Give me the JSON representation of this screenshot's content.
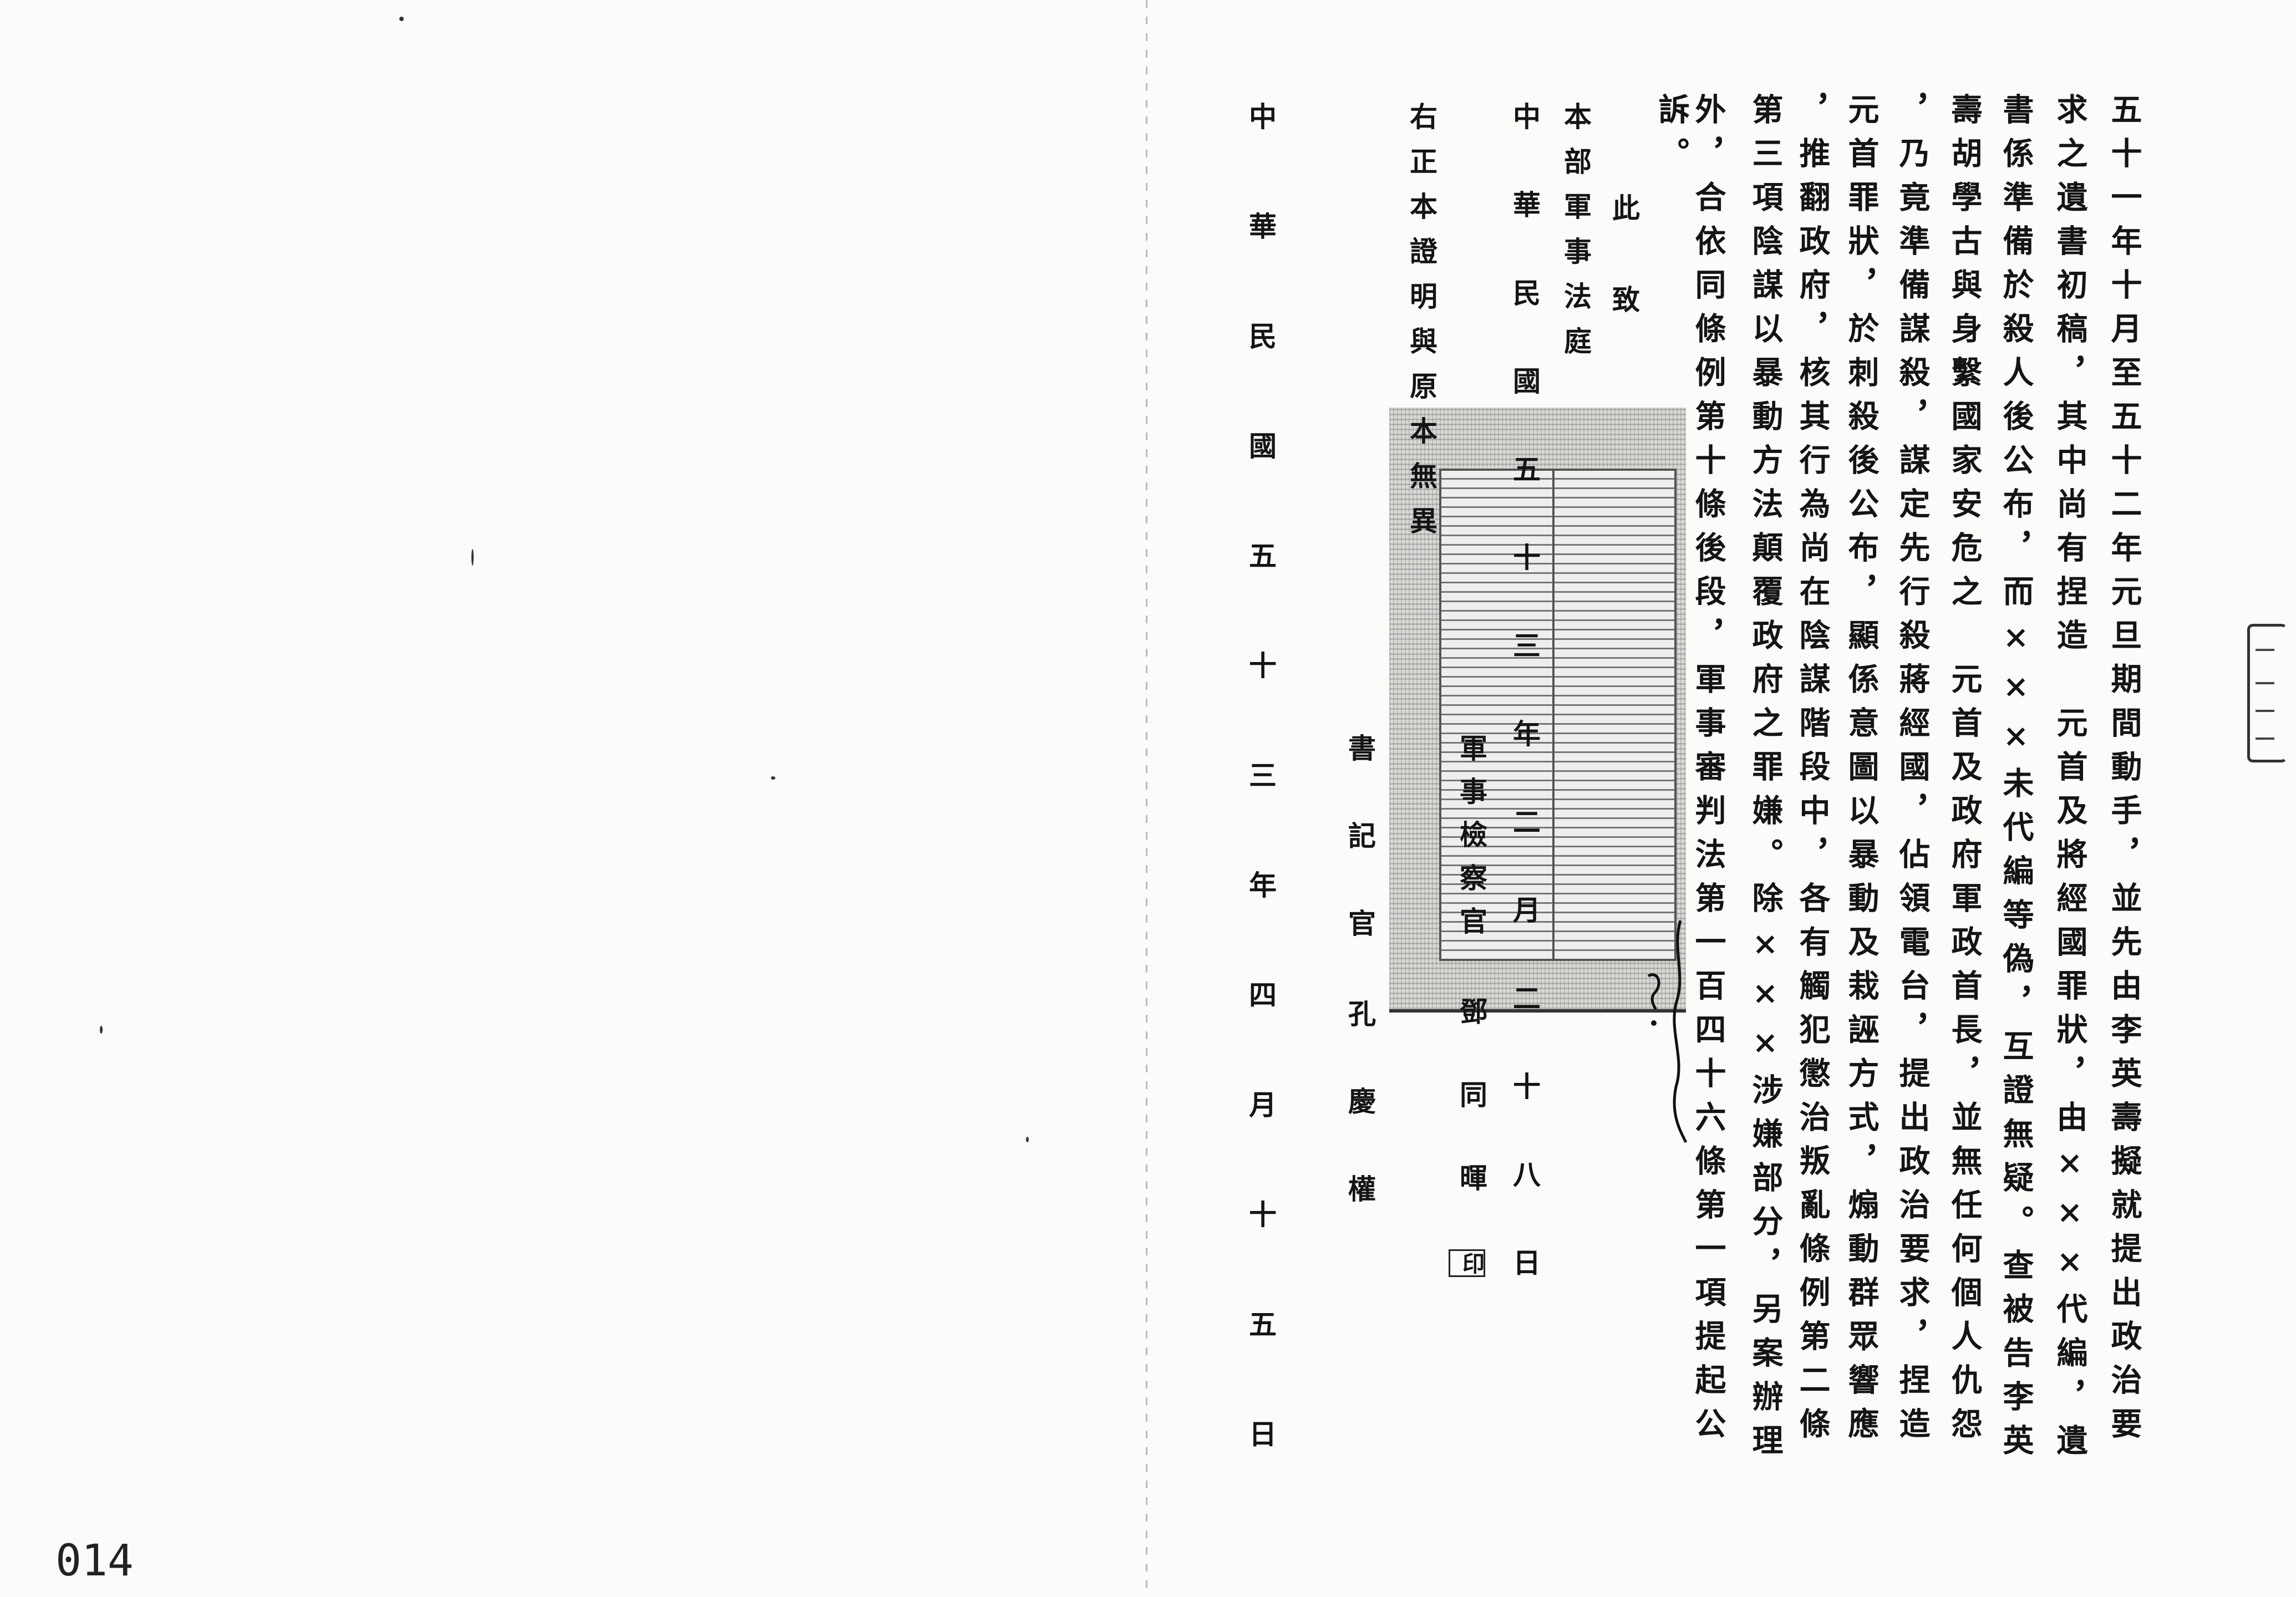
{
  "page_number": "014",
  "body_columns": [
    "五十一年十月至五十二年元旦期間動手，並先由李英壽擬就提出政治要",
    "求之遺書初稿，其中尚有捏造　元首及將經國罪狀，由×××代編，遺",
    "書係準備於殺人後公布，而×××未代編等偽，互證無疑。查被告李英",
    "壽胡學古與身繫國家安危之　元首及政府軍政首長，並無任何個人仇怨",
    "，乃竟準備謀殺，謀定先行殺蔣經國，佔領電台，提出政治要求，捏造",
    "元首罪狀，於刺殺後公布，顯係意圖以暴動及栽誣方式，煽動群眾響應",
    "，推翻政府，核其行為尚在陰謀階段中，各有觸犯懲治叛亂條例第二條",
    "第三項陰謀以暴動方法顛覆政府之罪嫌。除×××涉嫌部分，另案辦理",
    "外，合依同條例第十條後段，軍事審判法第一百四十六條第一項提起公",
    "訴。"
  ],
  "closing": {
    "salutation": "此致",
    "recipient": "本部軍事法庭",
    "date": "中華民國五十三年二月二十八日",
    "prosecutor_title": "軍事檢察官",
    "prosecutor_name": "鄧同暉",
    "prosecutor_seal": "印"
  },
  "certification": {
    "statement": "右正本證明與原本無異",
    "clerk_title": "書記官",
    "clerk_name": "孔慶權",
    "date": "中華民國五十三年四月十五日"
  }
}
